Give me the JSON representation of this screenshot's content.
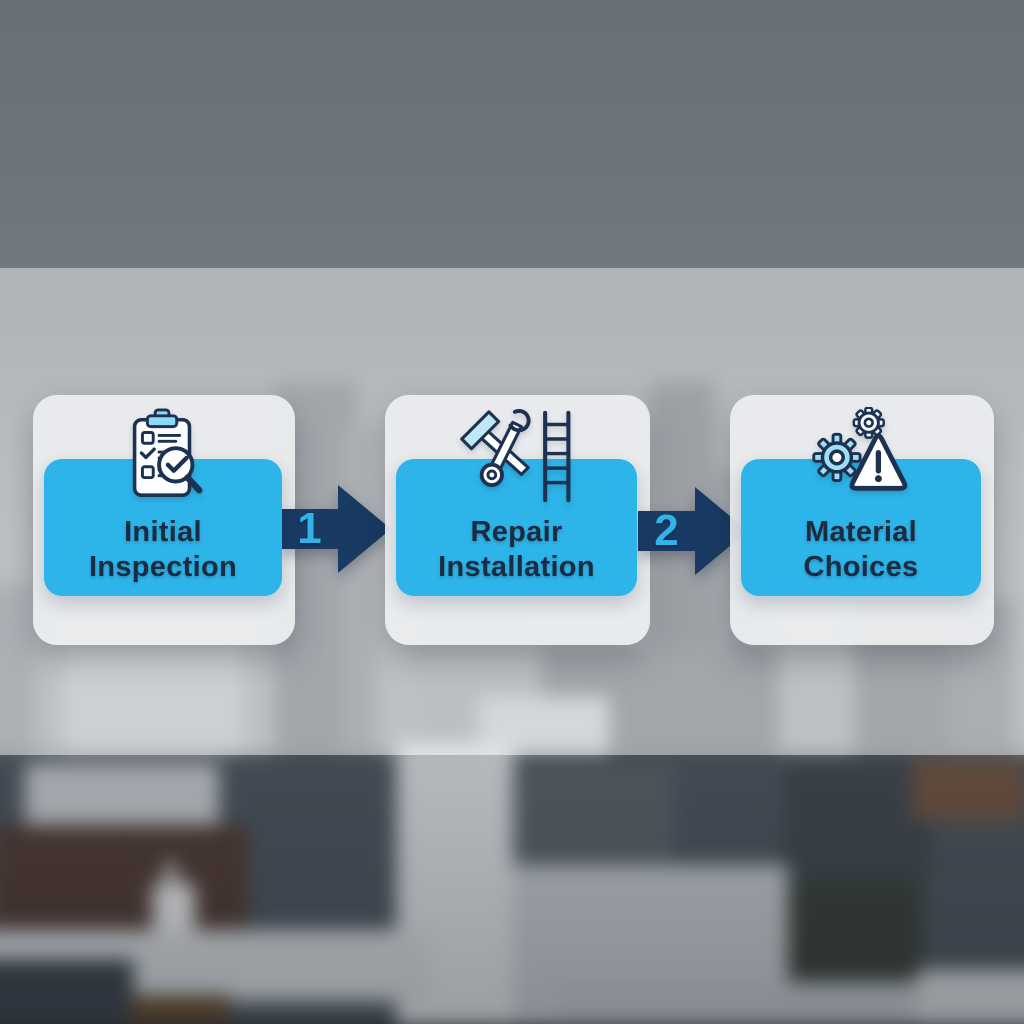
{
  "diagram": {
    "steps": [
      {
        "icon": "clipboard-checklist-magnifier-icon",
        "lines": [
          "Initial",
          "Inspection"
        ]
      },
      {
        "icon": "hammer-wrench-ladder-icon",
        "lines": [
          "Repair",
          "Installation"
        ]
      },
      {
        "icon": "gears-warning-triangle-icon",
        "lines": [
          "Material",
          "Choices"
        ]
      }
    ],
    "connectors": [
      {
        "label": "1"
      },
      {
        "label": "2"
      }
    ]
  },
  "colors": {
    "step_box": "#2db5e9",
    "arrow": "#193a63",
    "title_text": "#1c2b40",
    "connector_number": "#31b3ea",
    "card_bg": "rgba(236,238,240,0.93)",
    "icon_stroke": "#1d3150",
    "icon_accent": "#8ed9f4"
  }
}
